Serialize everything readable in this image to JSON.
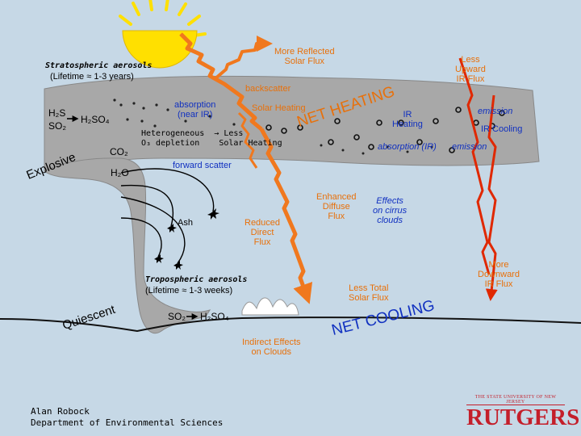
{
  "labels": {
    "more_reflected": "More Reflected\nSolar Flux",
    "less_upward": "Less\nUpward\nIR Flux",
    "strat_title": "Stratospheric aerosols",
    "strat_life": "(Lifetime ≈ 1-3 years)",
    "backscatter": "backscatter",
    "absorption_nearir": "absorption\n(near IR)",
    "solar_heating": "Solar Heating",
    "h2s": "H₂S",
    "so2_top": "SO₂",
    "h2so4_top": "H₂SO₄",
    "heterogeneous": "Heterogeneous  → Less\nO₃ depletion    Solar Heating",
    "co2": "CO₂",
    "h2o": "H₂O",
    "forward_scatter": "forward scatter",
    "explosive": "Explosive",
    "net_heating": "NET HEATING",
    "ir_heating": "IR\nHeating",
    "emission": "emission",
    "ir_cooling": "IR Cooling",
    "absorption_ir": "absorption (IR)",
    "emission2": "emission",
    "enhanced_diffuse": "Enhanced\nDiffuse\nFlux",
    "effects_cirrus": "Effects\non cirrus\nclouds",
    "ash": "Ash",
    "reduced_direct": "Reduced\nDirect\nFlux",
    "more_downward": "More\nDownward\nIR Flux",
    "tropo_title": "Tropospheric aerosols",
    "tropo_life": "(Lifetime ≈ 1-3 weeks)",
    "less_total": "Less Total\nSolar Flux",
    "so2_low": "SO₂",
    "h2so4_low": "H₂SO₄",
    "quiescent": "Quiescent",
    "net_cooling": "NET COOLING",
    "indirect": "Indirect Effects\non Clouds",
    "credit_name": "Alan Robock",
    "credit_dept": "Department of Environmental Sciences",
    "logo_top": "THE STATE UNIVERSITY OF NEW JERSEY",
    "logo_main": "RUTGERS"
  },
  "colors": {
    "sky": "#c6d8e6",
    "plume": "#a8a8a8",
    "sun": "#ffe000",
    "arrow_orange": "#f0781e",
    "arrow_ir": "#e02800",
    "text_orange": "#e8700a",
    "text_blue": "#1030c0",
    "rutgers_red": "#c41e2a"
  }
}
